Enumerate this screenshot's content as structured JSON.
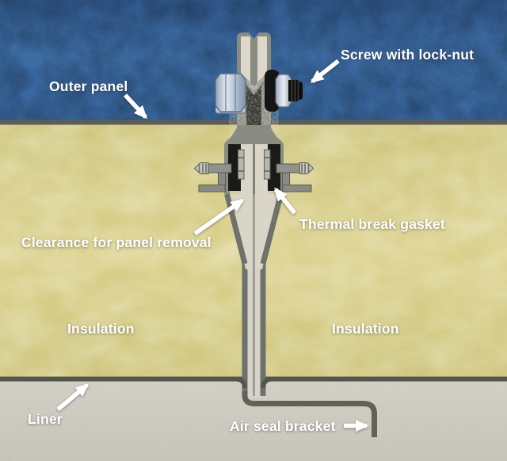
{
  "diagram": {
    "description": "Cross-section diagram of an insulated wall panel joint with concealed fastener",
    "labels": {
      "outer_panel": "Outer panel",
      "screw_with_lock_nut": "Screw with lock-nut",
      "clearance": "Clearance for panel removal",
      "thermal_break_gasket": "Thermal break gasket",
      "insulation_left": "Insulation",
      "insulation_right": "Insulation",
      "liner": "Liner",
      "air_seal_bracket": "Air seal bracket"
    },
    "colors": {
      "outer_panel_blue": "#3e6da5",
      "insulation_yellow": "#d6cc86",
      "liner_gray": "#d2cfc5",
      "outline_dark": "#55564e",
      "casing_gray": "#8a8c84",
      "spine_gray": "#6f716b",
      "cream": "#dad6c8",
      "gasket_black": "#191917",
      "nut_metal": "#c8d3e0",
      "label_text": "#ffffff"
    }
  }
}
